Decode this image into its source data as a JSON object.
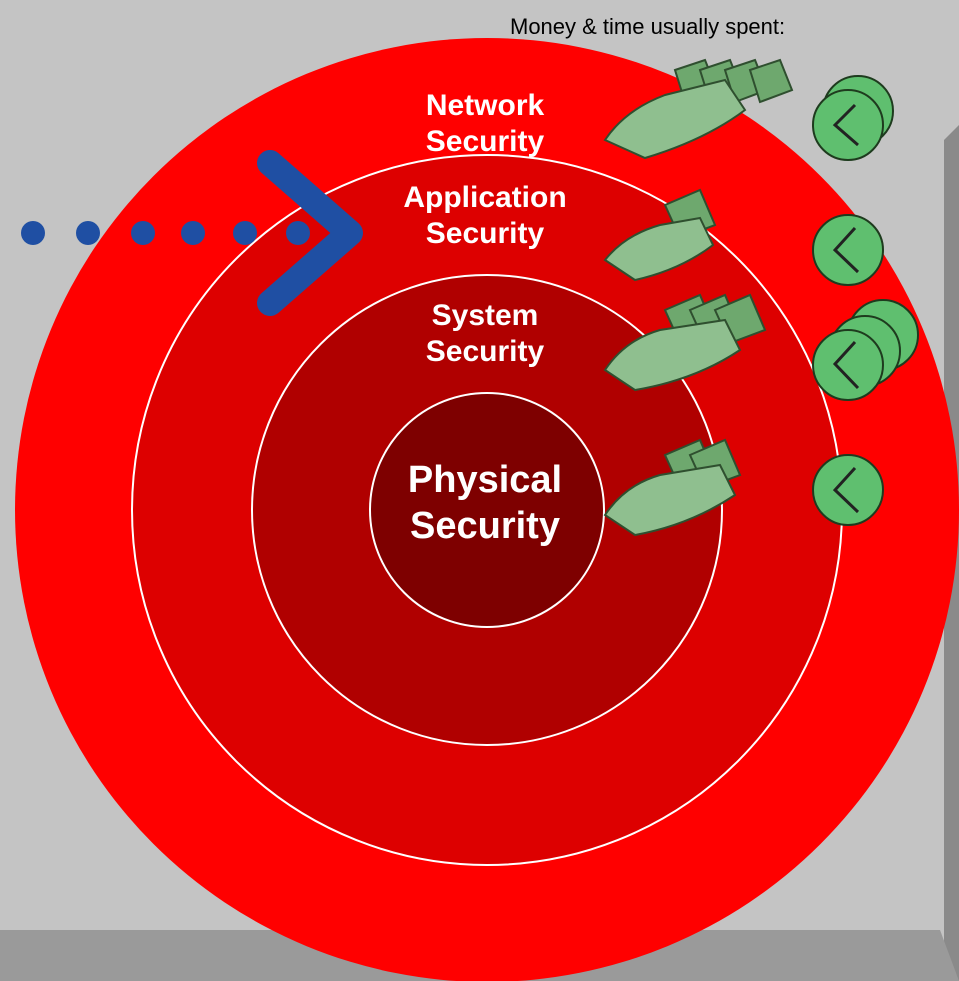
{
  "caption": "Money & time usually spent:",
  "layers": [
    {
      "id": "network",
      "line1": "Network",
      "line2": "Security",
      "fill": "#ff0000",
      "money_bundles": 4,
      "clock_count": 2
    },
    {
      "id": "application",
      "line1": "Application",
      "line2": "Security",
      "fill": "#dd0000",
      "money_bundles": 1,
      "clock_count": 1
    },
    {
      "id": "system",
      "line1": "System",
      "line2": "Security",
      "fill": "#b00000",
      "money_bundles": 3,
      "clock_count": 3
    },
    {
      "id": "physical",
      "line1": "Physical",
      "line2": "Security",
      "fill": "#7e0000",
      "money_bundles": 2,
      "clock_count": 1
    }
  ],
  "colors": {
    "background": "#c4c4c4",
    "arrow": "#1f4fa3",
    "money": "#6ea86e",
    "clock": "#5fbf6f"
  },
  "icons": {
    "arrow": "chevron-arrow-icon",
    "money": "money-hand-icon",
    "clock": "dollar-clock-icon"
  }
}
